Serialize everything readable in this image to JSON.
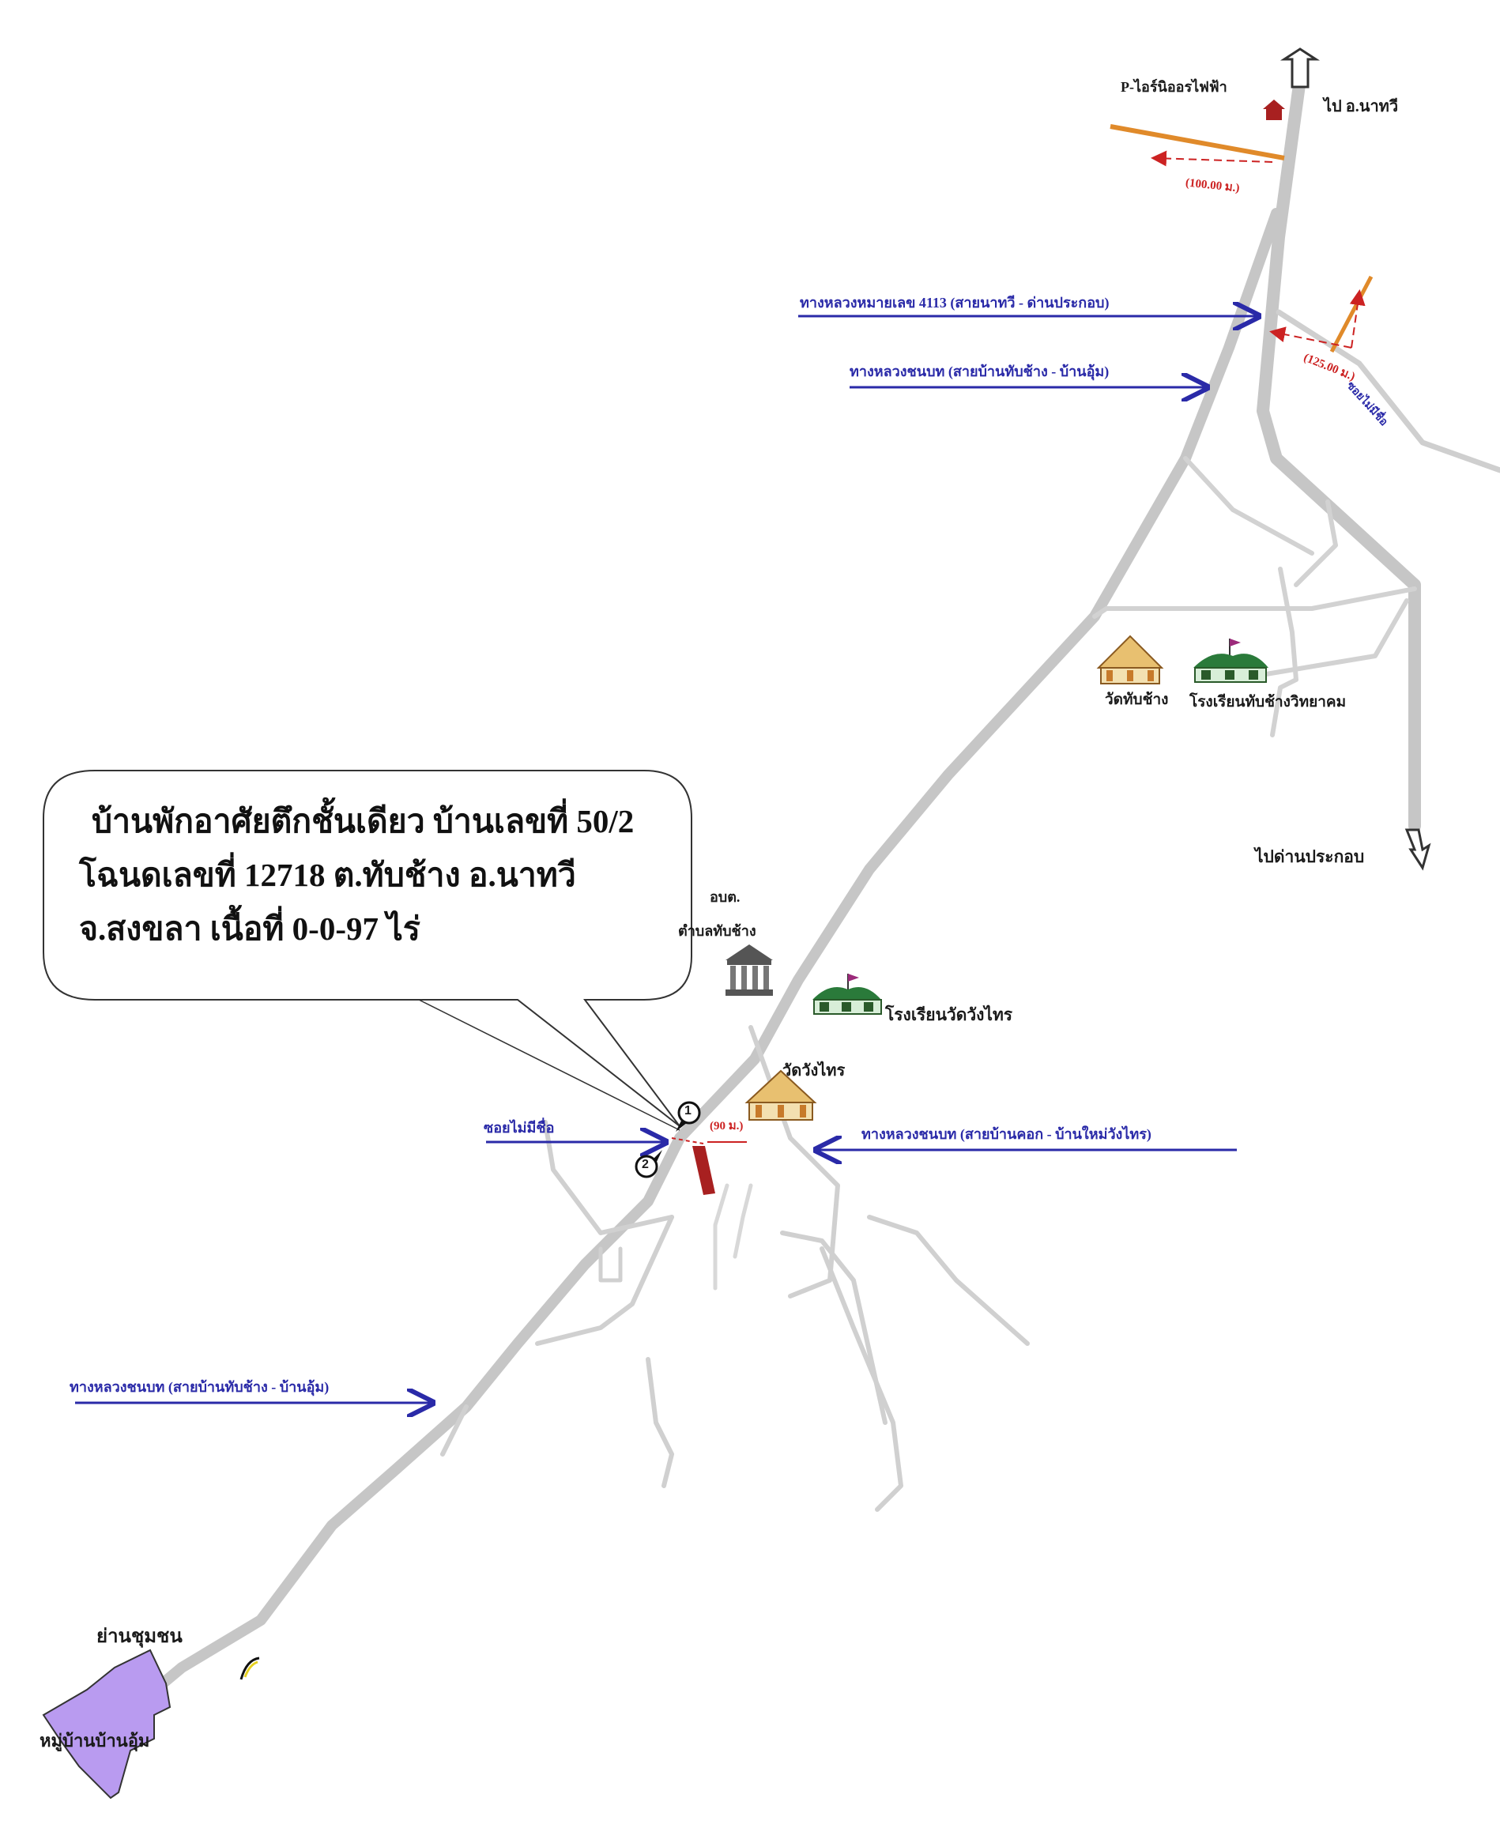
{
  "callout": {
    "line1": "บ้านพักอาศัยตึกชั้นเดียว บ้านเลขที่ 50/2",
    "line2": "โฉนดเลขที่ 12718 ต.ทับช้าง อ.นาทวี",
    "line3": "จ.สงขลา เนื้อที่ 0-0-97 ไร่"
  },
  "labels": {
    "to_natawi": "ไป อ.นาทวี",
    "power_station": "P-ไอร์นิออรไฟฟ้า",
    "dist_top": "(100.00 ม.)",
    "hwy_4113": "ทางหลวงหมายเลข 4113 (สายนาทวี - ด่านประกอบ)",
    "rural_road_top": "ทางหลวงชนบท (สายบ้านทับช้าง - บ้านอุ้ม)",
    "dist_right": "(125.00 ม.)",
    "side_road_right": "ซอยไม่มีชื่อ",
    "temple_tabchang": "วัดทับช้าง",
    "school_tabchang": "โรงเรียนทับช้างวิทยาคม",
    "to_dan_prakop": "ไปด่านประกอบ",
    "sao_label_1": "อบต.",
    "sao_label_2": "ตำบลทับช้าง",
    "school_wangthai": "โรงเรียนวัดวังไทร",
    "temple_wangthai": "วัดวังไทร",
    "soi_no_name": "ซอยไม่มีชื่อ",
    "dist_center": "(90 ม.)",
    "rural_road_right": "ทางหลวงชนบท (สายบ้านคอก - บ้านใหม่วังไทร)",
    "rural_road_bottom": "ทางหลวงชนบท (สายบ้านทับช้าง - บ้านอุ้ม)",
    "community": "ย่านชุมชน",
    "village": "หมู่บ้านบ้านอุ้ม",
    "marker_1": "1",
    "marker_2": "2"
  },
  "colors": {
    "road": "#c8c8c8",
    "road_light": "#e0e0e0",
    "arrow_blue": "#2a2aa8",
    "community_fill": "#b99bf0",
    "property": "#a82020",
    "dist_red": "#cc2222",
    "orange_line": "#e08a2a"
  }
}
